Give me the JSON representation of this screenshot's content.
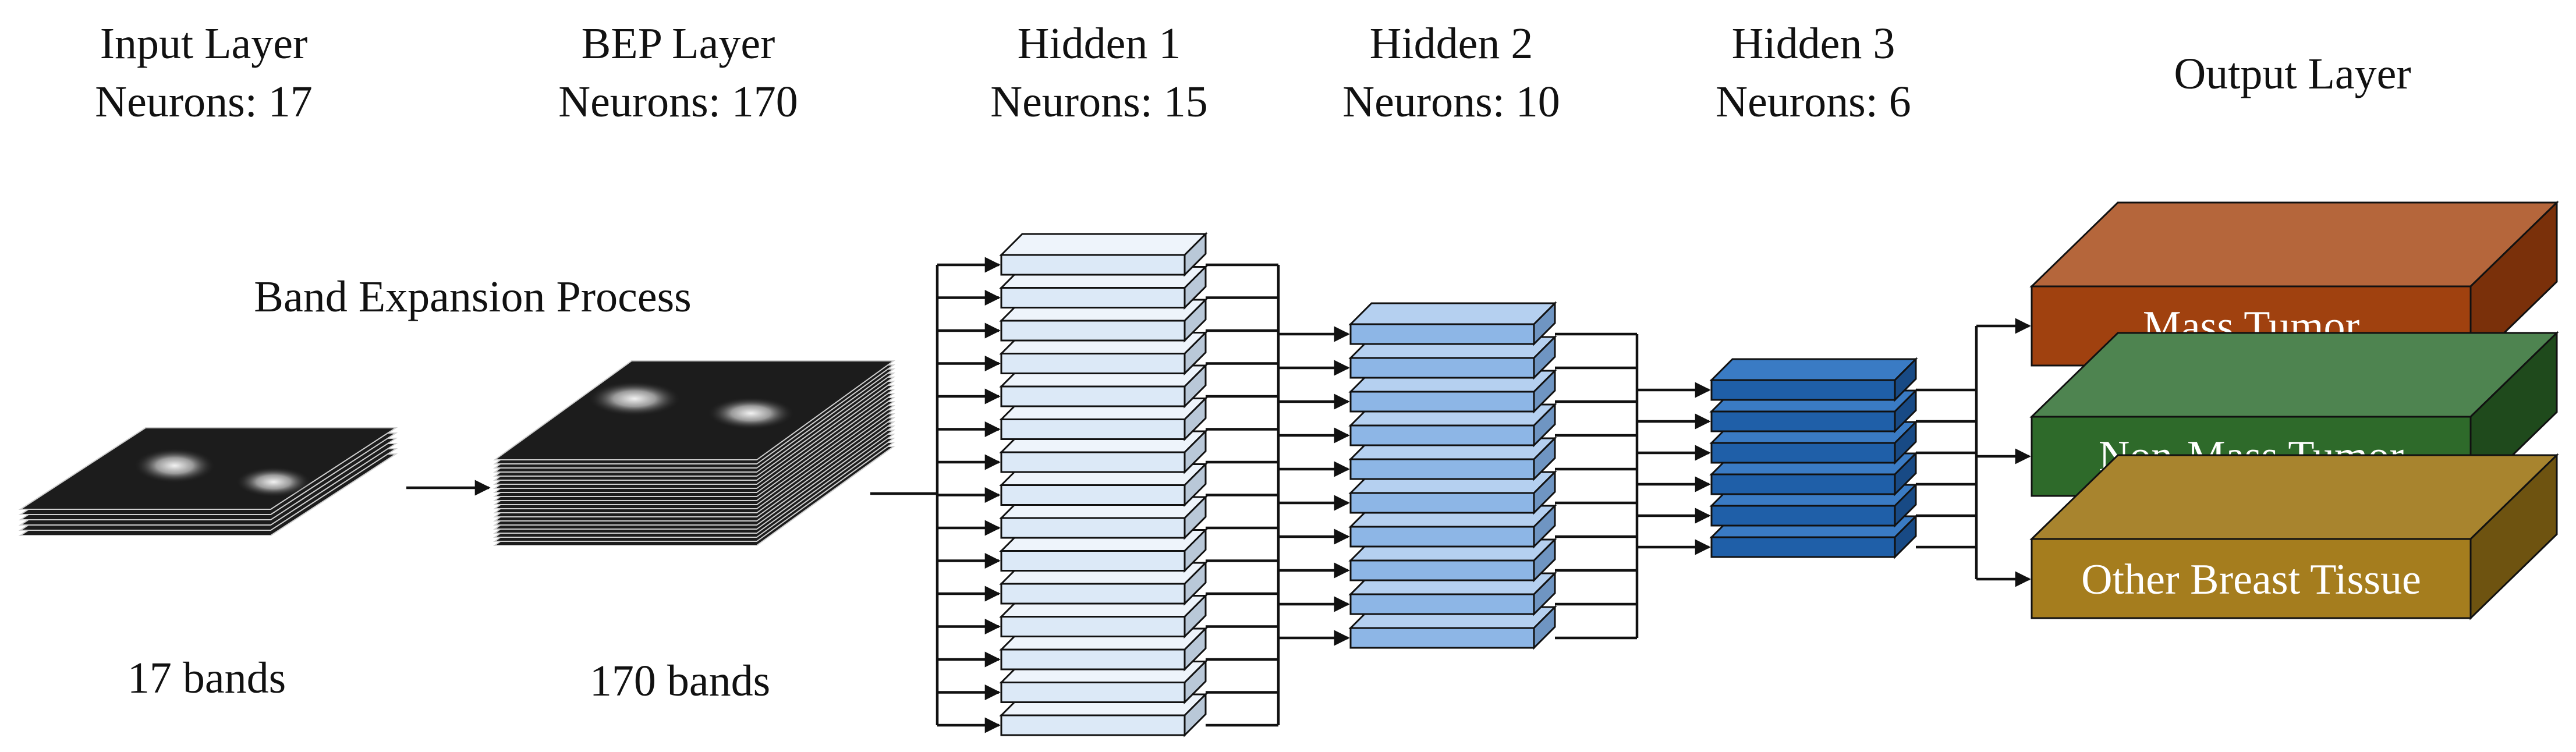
{
  "layers": [
    {
      "id": "input",
      "title": "Input Layer",
      "neurons": "Neurons: 17"
    },
    {
      "id": "bep",
      "title": "BEP Layer",
      "neurons": "Neurons: 170"
    },
    {
      "id": "hidden1",
      "title": "Hidden 1",
      "neurons": "Neurons: 15",
      "count": 15,
      "color_front": "#dce9f7",
      "color_top": "#eef4fb",
      "color_side": "#b9c8d8"
    },
    {
      "id": "hidden2",
      "title": "Hidden 2",
      "neurons": "Neurons: 10",
      "count": 10,
      "color_front": "#8db6e6",
      "color_top": "#b5d0f0",
      "color_side": "#6f95c2"
    },
    {
      "id": "hidden3",
      "title": "Hidden 3",
      "neurons": "Neurons: 6",
      "count": 6,
      "color_front": "#1f5fa8",
      "color_top": "#3a7bc4",
      "color_side": "#184a85"
    },
    {
      "id": "output",
      "title": "Output Layer"
    }
  ],
  "band_expansion_label": "Band Expansion Process",
  "input_bands_label": "17 bands",
  "bep_bands_label": "170 bands",
  "outputs": [
    {
      "label": "Mass Tumor",
      "front": "#a0410f",
      "top": "#b5663b",
      "side": "#7a300a"
    },
    {
      "label": "Non-Mass Tumor",
      "front": "#2e6a2a",
      "top": "#4e8450",
      "side": "#1f4a1c"
    },
    {
      "label": "Other Breast Tissue",
      "front": "#a57d1e",
      "top": "#a8842e",
      "side": "#6e5310"
    }
  ],
  "band_image_colors": {
    "slice": "#1c1c1c",
    "edge": "#d0d0d0",
    "highlight": "#e8e8e8"
  }
}
